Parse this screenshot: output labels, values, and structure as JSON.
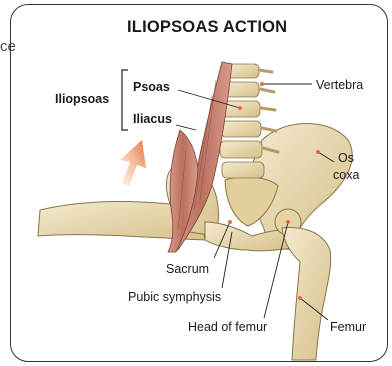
{
  "page": {
    "left_page_fragment": "ce"
  },
  "figure": {
    "title": "ILIOPSOAS ACTION",
    "group_label": "Iliopsoas",
    "muscles": [
      "Psoas",
      "Iliacus"
    ],
    "labels": {
      "vertebra": "Vertebra",
      "os_coxa_line1": "Os",
      "os_coxa_line2": "coxa",
      "sacrum": "Sacrum",
      "pubic_symphysis": "Pubic symphysis",
      "head_of_femur": "Head of femur",
      "femur": "Femur"
    },
    "colors": {
      "bone": "#eadbb0",
      "bone_shadow": "#c9b27a",
      "muscle": "#c98a7a",
      "muscle_dark": "#9c5a4f",
      "arrow": "#e8703a",
      "leader_line": "#222222"
    },
    "icons": [
      "action-arrow-icon"
    ]
  }
}
